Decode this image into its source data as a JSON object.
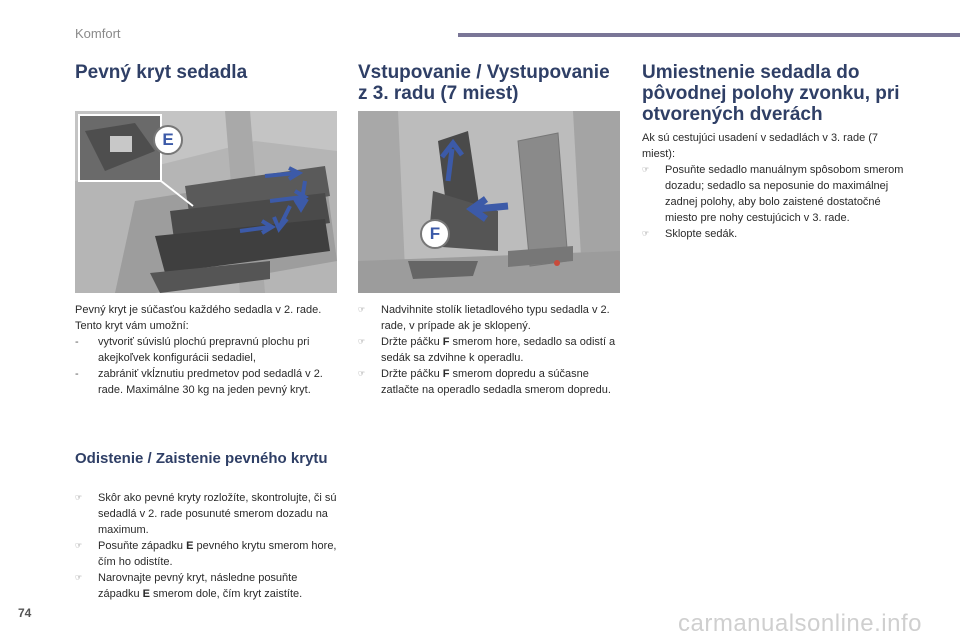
{
  "header": {
    "section": "Komfort",
    "bar_color": "#7a7697"
  },
  "col1": {
    "title": "Pevný kryt sedadla",
    "figure_marker": "E",
    "intro": [
      "Pevný kryt je súčasťou každého sedadla v 2. rade.",
      "Tento kryt vám umožní:"
    ],
    "dash_items": [
      "vytvoriť súvislú plochú prepravnú plochu pri akejkoľvek konfigurácii sedadiel,",
      "zabrániť vkĺznutiu predmetov pod sedadlá v 2. rade. Maximálne 30 kg na jeden pevný kryt."
    ],
    "subtitle": "Odistenie / Zaistenie pevného krytu",
    "items": [
      {
        "before": "Skôr ako pevné kryty rozložíte, skontrolujte, či sú sedadlá v 2. rade posunuté smerom dozadu na maximum.",
        "bold": "",
        "after": ""
      },
      {
        "before": "Posuňte západku ",
        "bold": "E",
        "after": " pevného krytu smerom hore, čím ho odistíte."
      },
      {
        "before": "Narovnajte pevný kryt, následne posuňte západku ",
        "bold": "E",
        "after": " smerom dole, čím kryt zaistíte."
      }
    ]
  },
  "col2": {
    "title": "Vstupovanie / Vystupovanie z 3. radu (7 miest)",
    "figure_marker": "F",
    "items": [
      {
        "before": "Nadvihnite stolík lietadlového typu sedadla v 2. rade, v prípade ak je sklopený.",
        "bold": "",
        "after": ""
      },
      {
        "before": "Držte páčku ",
        "bold": "F",
        "after": " smerom hore, sedadlo sa odistí a sedák sa zdvihne k operadlu."
      },
      {
        "before": "Držte páčku ",
        "bold": "F",
        "after": " smerom dopredu a súčasne zatlačte na operadlo sedadla smerom dopredu."
      }
    ]
  },
  "col3": {
    "title": "Umiestnenie sedadla do pôvodnej polohy zvonku, pri otvorených dverách",
    "intro": "Ak sú cestujúci usadení v sedadlách v 3. rade (7 miest):",
    "items": [
      "Posuňte sedadlo manuálnym spôsobom smerom dozadu; sedadlo sa neposunie do maximálnej zadnej polohy, aby bolo zaistené dostatočné miesto pre nohy cestujúcich v 3. rade.",
      "Sklopte sedák."
    ]
  },
  "footer": {
    "page": "74",
    "watermark": "carmanualsonline.info"
  },
  "icons": {
    "bullet": "hand-pointer-icon"
  },
  "colors": {
    "heading": "#2f3f66",
    "arrow": "#3c5aa8"
  }
}
